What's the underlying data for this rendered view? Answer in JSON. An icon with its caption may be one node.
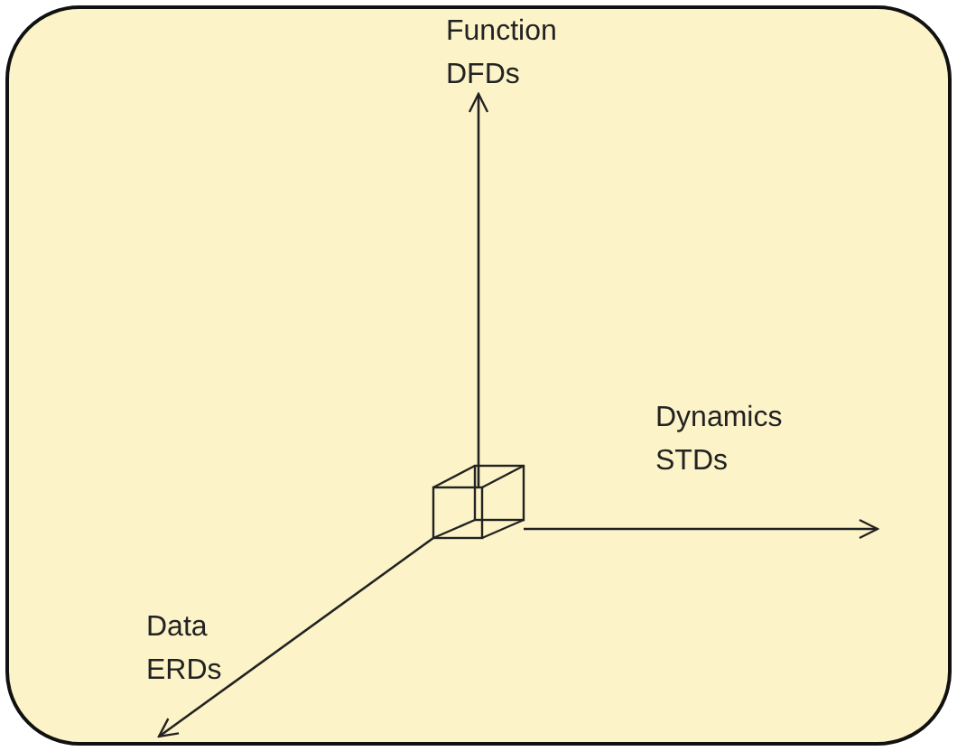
{
  "diagram": {
    "labels": [
      "Function DFDs",
      "Dynamics STDs",
      "Data ERDs"
    ]
  }
}
